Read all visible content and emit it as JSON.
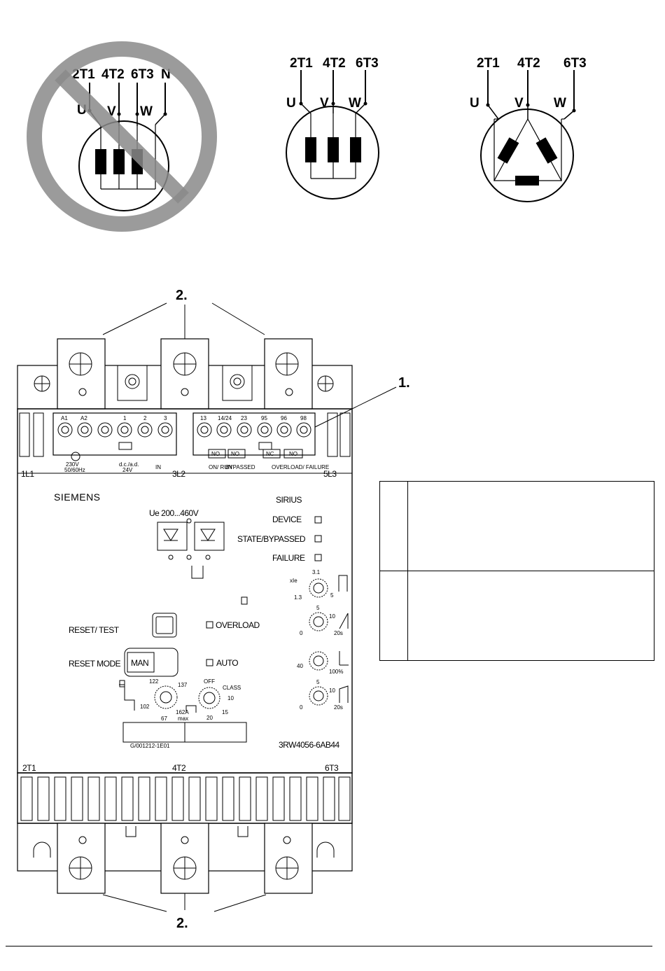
{
  "diagrams": {
    "star_neutral": {
      "terminals": [
        "2T1",
        "4T2",
        "6T3",
        "N"
      ],
      "phases": [
        "U",
        "V",
        "W"
      ]
    },
    "star": {
      "terminals": [
        "2T1",
        "4T2",
        "6T3"
      ],
      "phases": [
        "U",
        "V",
        "W"
      ]
    },
    "delta": {
      "terminals": [
        "2T1",
        "4T2",
        "6T3"
      ],
      "phases": [
        "U",
        "V",
        "W"
      ]
    }
  },
  "device": {
    "callout_top": "2.",
    "callout_bottom": "2.",
    "callout_terminal": "1.",
    "control_terminals_left": [
      "A1",
      "A2",
      "1",
      "2",
      "3"
    ],
    "control_terminals_right": [
      "13",
      "14/24",
      "23",
      "95",
      "96",
      "98"
    ],
    "supply_label": "230V",
    "supply_freq": "50/60Hz",
    "dc_label": "d.c./a.d.",
    "dc_voltage": "24V",
    "in_label": "IN",
    "no_label_1": "NO",
    "no_label_2": "NO",
    "nc_label": "NC",
    "no_label_3": "NO",
    "on_run": "ON/ RUN",
    "bypassed_small": "BYPASSED",
    "overload_failure": "OVERLOAD/ FAILURE",
    "line_terminals": [
      "1L1",
      "3L2",
      "5L3"
    ],
    "brand": "SIEMENS",
    "series": "SIRIUS",
    "voltage_range": "Ue 200...460V",
    "led_device": "DEVICE",
    "led_state": "STATE/BYPASSED",
    "led_failure": "FAILURE",
    "ie_label": "xIe",
    "ie_values": [
      "3.1",
      "1.3",
      "5"
    ],
    "ramp_up_values": [
      "5",
      "10",
      "0",
      "20s"
    ],
    "voltage_values": [
      "40",
      "100%"
    ],
    "ramp_down_values": [
      "5",
      "10",
      "0",
      "20s"
    ],
    "reset_test": "RESET/ TEST",
    "overload": "OVERLOAD",
    "reset_mode": "RESET MODE",
    "man": "MAN",
    "auto": "AUTO",
    "current_values": [
      "122",
      "137",
      "102",
      "67",
      "162A",
      "max"
    ],
    "class_values": [
      "OFF",
      "CLASS",
      "10",
      "15",
      "20"
    ],
    "serial_small": "G/001212-1E01",
    "order_number": "3RW4056-6AB44",
    "output_terminals": [
      "2T1",
      "4T2",
      "6T3"
    ]
  },
  "legend_table": {
    "rows": [
      {
        "num": "",
        "text": ""
      },
      {
        "num": "",
        "text": ""
      }
    ]
  }
}
